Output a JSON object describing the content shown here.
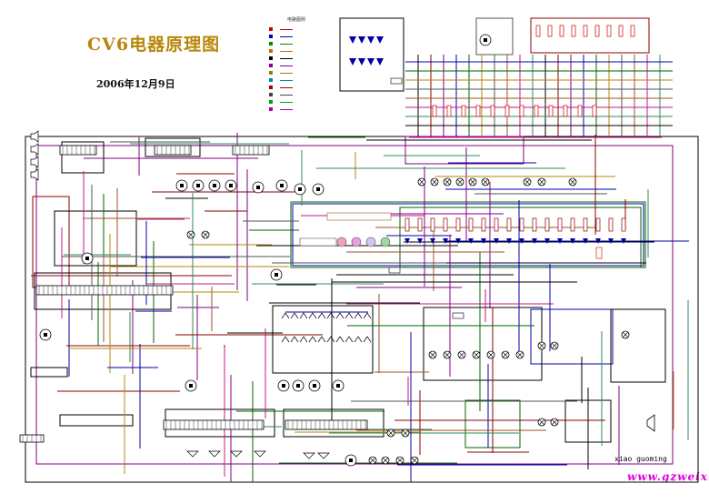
{
  "title": "CV6电器原理图",
  "date": "2006年12月9日",
  "legend": {
    "heading": "电路图例",
    "colors": [
      "#cc0000",
      "#0000cc",
      "#008800",
      "#cc6600",
      "#000000",
      "#880088",
      "#888800",
      "#0088aa",
      "#aa0000",
      "#444444",
      "#00aa00",
      "#aa00aa"
    ]
  },
  "author": "xiao guoming",
  "website": "www.gzweix.co"
}
